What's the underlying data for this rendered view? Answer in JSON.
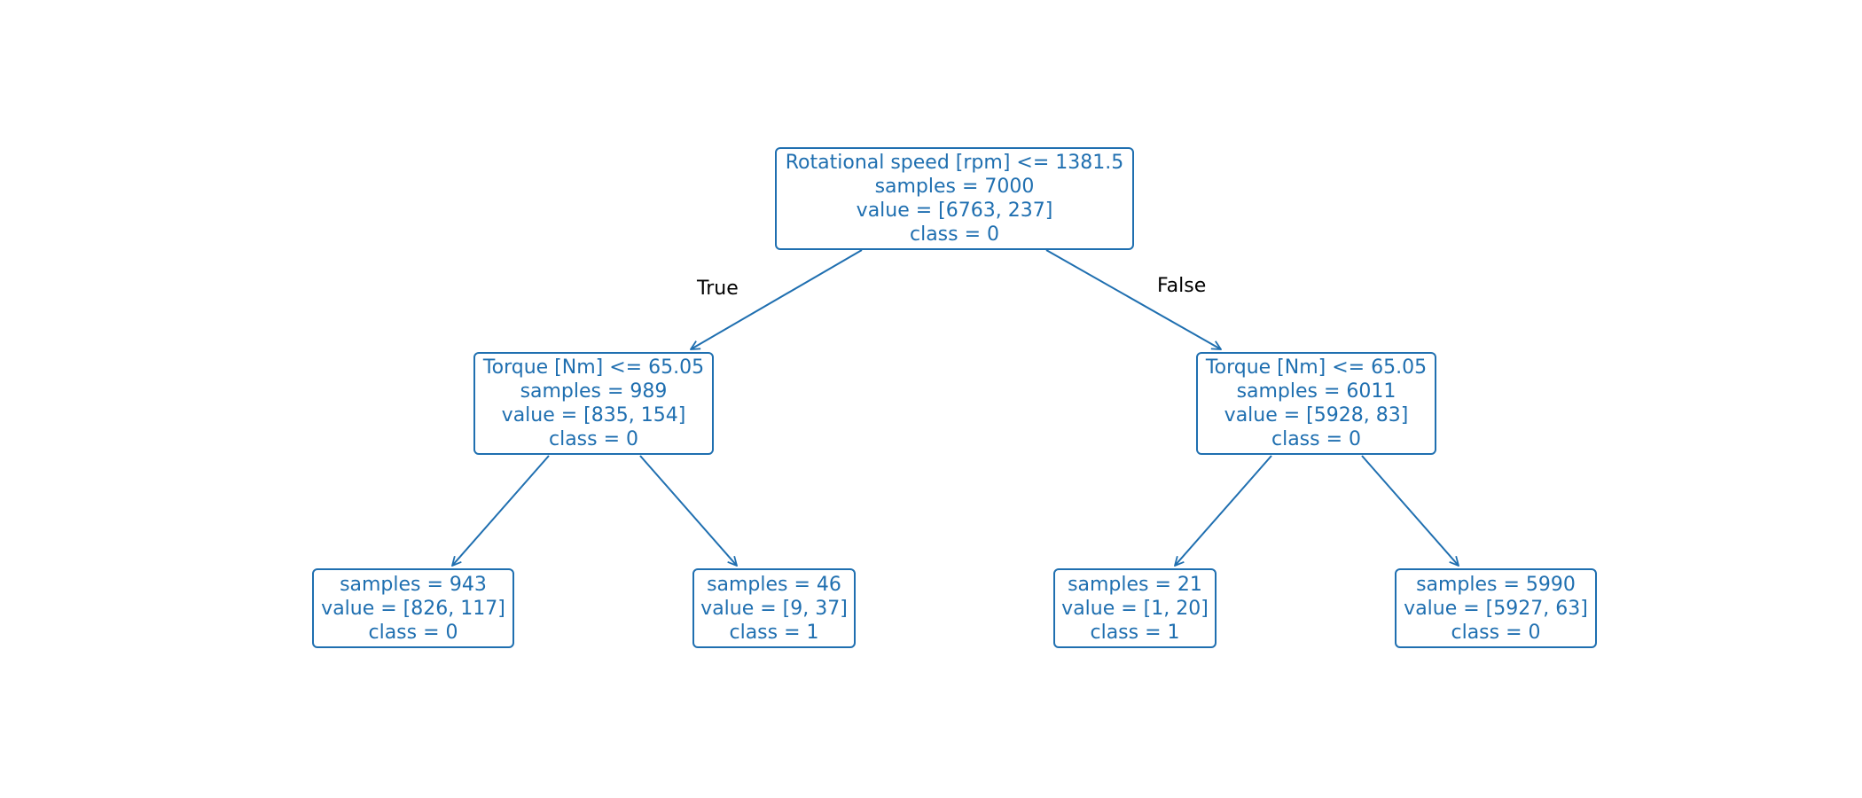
{
  "colors": {
    "node_text": "#1f6fb0",
    "node_border": "#1f6fb0",
    "edge": "#1f6fb0",
    "branch_label": "#000000",
    "background": "#ffffff"
  },
  "tree": {
    "root": {
      "condition": "Rotational speed [rpm] <= 1381.5",
      "samples": "samples = 7000",
      "value": "value = [6763, 237]",
      "class": "class = 0"
    },
    "left": {
      "condition": "Torque [Nm] <= 65.05",
      "samples": "samples = 989",
      "value": "value = [835, 154]",
      "class": "class = 0"
    },
    "right": {
      "condition": "Torque [Nm] <= 65.05",
      "samples": "samples = 6011",
      "value": "value = [5928, 83]",
      "class": "class = 0"
    },
    "left_left": {
      "samples": "samples = 943",
      "value": "value = [826, 117]",
      "class": "class = 0"
    },
    "left_right": {
      "samples": "samples = 46",
      "value": "value = [9, 37]",
      "class": "class = 1"
    },
    "right_left": {
      "samples": "samples = 21",
      "value": "value = [1, 20]",
      "class": "class = 1"
    },
    "right_right": {
      "samples": "samples = 5990",
      "value": "value = [5927, 63]",
      "class": "class = 0"
    }
  },
  "branch_labels": {
    "true_label": "True",
    "false_label": "False"
  }
}
